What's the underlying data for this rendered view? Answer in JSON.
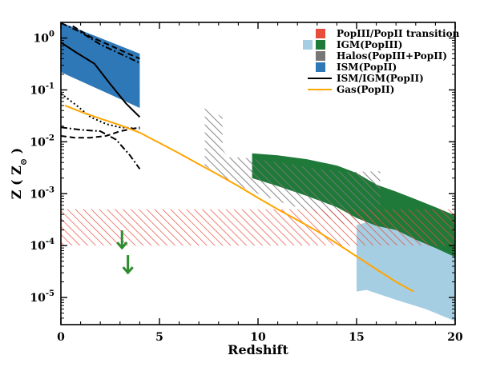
{
  "chart_data": {
    "type": "area",
    "title": "",
    "xlabel": "Redshift",
    "ylabel": "Z ( Z",
    "ylabel_sub": "⊙",
    "y_scale": "log",
    "xlim": [
      0,
      20
    ],
    "ylim": [
      3e-06,
      2.0
    ],
    "x_ticks": [
      0,
      5,
      10,
      15,
      20
    ],
    "x_tick_labels": [
      "0",
      "5",
      "10",
      "15",
      "20"
    ],
    "y_ticks": [
      1e-05,
      0.0001,
      0.001,
      0.01,
      0.1,
      1
    ],
    "y_tick_labels": [
      {
        "base": "10",
        "exp": "-5"
      },
      {
        "base": "10",
        "exp": "-4"
      },
      {
        "base": "10",
        "exp": "-3"
      },
      {
        "base": "10",
        "exp": "-2"
      },
      {
        "base": "10",
        "exp": "-1"
      },
      {
        "base": "10",
        "exp": "0"
      }
    ],
    "grid": false,
    "legend_position": "top-right",
    "legend": [
      {
        "label": "PopIII/PopII transition",
        "swatches": [
          "#e74c3c"
        ]
      },
      {
        "label": "IGM(PopIII)",
        "swatches": [
          "#a6cee3",
          "#1f7a3a"
        ]
      },
      {
        "label": "Halos(PopIII+PopII)",
        "swatches": [
          "#777777"
        ]
      },
      {
        "label": "ISM(PopII)",
        "swatches": [
          "#2f78b7"
        ]
      },
      {
        "label": "ISM/IGM(PopII)",
        "swatches": [
          "line:#000000"
        ]
      },
      {
        "label": "Gas(PopII)",
        "swatches": [
          "line:#ffa500"
        ]
      }
    ],
    "colors": {
      "ism_fill": "#2f78b7",
      "igm_light": "#a6cee3",
      "igm_dark": "#1f7a3a",
      "transition_hatch": "#e74c3c",
      "halos_hatch": "#777777",
      "gas_line": "#ffa500",
      "arrows": "#2e8b2e"
    },
    "series": [
      {
        "key": "popiii_popii_transition",
        "type": "hatched_band",
        "x": [
          0,
          20
        ],
        "y_low": [
          0.0001,
          0.0001
        ],
        "y_high": [
          0.0005,
          0.0005
        ]
      },
      {
        "key": "ism_popii",
        "type": "band",
        "x": [
          0,
          4
        ],
        "y_low": [
          0.22,
          0.045
        ],
        "y_high": [
          2.0,
          0.5
        ]
      },
      {
        "key": "igm_popiii_light",
        "type": "band",
        "x": [
          15,
          15.5,
          17,
          18.5,
          20
        ],
        "y_low": [
          1.3e-05,
          1.4e-05,
          9e-06,
          6e-06,
          3.5e-06
        ],
        "y_high": [
          0.00025,
          0.00028,
          0.00022,
          0.00018,
          0.00014
        ]
      },
      {
        "key": "igm_popiii_dark",
        "type": "band",
        "x": [
          9.7,
          11,
          12.5,
          14,
          15,
          16,
          17,
          18,
          19,
          20
        ],
        "y_low": [
          0.002,
          0.0014,
          0.0009,
          0.00055,
          0.00034,
          0.00024,
          0.0002,
          0.00013,
          9e-05,
          6e-05
        ],
        "y_high": [
          0.006,
          0.0055,
          0.0046,
          0.0035,
          0.0025,
          0.0015,
          0.0011,
          0.00078,
          0.00055,
          0.00038
        ]
      },
      {
        "key": "halos_popiii_popii",
        "type": "hatched_band",
        "x": [
          7.3,
          7.3,
          8.2,
          8.2,
          8.5,
          9.2,
          10,
          11.5,
          13,
          14.5,
          16,
          16.2
        ],
        "y_high": [
          0.045,
          0.045,
          0.03,
          0.007,
          0.005,
          0.005,
          0.0045,
          0.0038,
          0.003,
          0.0026,
          0.0027,
          0.0027
        ],
        "x_low": [
          7.3,
          8.5,
          10,
          11.5,
          13,
          14.5,
          16.2
        ],
        "y_low": [
          0.0035,
          0.0017,
          0.001,
          0.00062,
          0.00042,
          0.00025,
          0.0003
        ]
      },
      {
        "key": "gas_popii",
        "type": "line",
        "x": [
          0.2,
          1,
          2,
          3,
          4,
          5,
          6,
          7,
          8,
          9,
          10,
          11,
          12,
          13,
          14,
          15,
          16,
          17,
          17.9
        ],
        "y": [
          0.05,
          0.038,
          0.028,
          0.021,
          0.015,
          0.0095,
          0.006,
          0.0037,
          0.0023,
          0.0014,
          0.00083,
          0.0005,
          0.00031,
          0.00019,
          0.00011,
          6.2e-05,
          3.5e-05,
          2e-05,
          1.3e-05
        ]
      },
      {
        "key": "ism_igm_popii_solid",
        "type": "line",
        "style": "solid",
        "x": [
          0,
          0.8,
          1.7,
          2.5,
          3.3,
          4.0
        ],
        "y": [
          0.82,
          0.52,
          0.32,
          0.13,
          0.055,
          0.03
        ]
      },
      {
        "key": "ism_igm_popii_dashdot_top",
        "type": "line",
        "style": "dashdot",
        "x": [
          0,
          1,
          2,
          3,
          4
        ],
        "y": [
          1.95,
          1.3,
          0.75,
          0.5,
          0.33
        ]
      },
      {
        "key": "ism_igm_popii_dashed_top",
        "type": "line",
        "style": "dashed",
        "x": [
          0.6,
          1.5,
          2.5,
          3.3,
          4.0
        ],
        "y": [
          1.7,
          1.05,
          0.72,
          0.52,
          0.4
        ]
      },
      {
        "key": "ism_igm_popii_dotted",
        "type": "line",
        "style": "dotted",
        "x": [
          0,
          0.8,
          1.5,
          2.3,
          3.0,
          4.0
        ],
        "y": [
          0.085,
          0.05,
          0.03,
          0.022,
          0.019,
          0.018
        ]
      },
      {
        "key": "ism_igm_popii_dashdot_low",
        "type": "line",
        "style": "dashdot",
        "x": [
          0,
          1,
          2,
          2.8,
          3.5,
          4.0
        ],
        "y": [
          0.019,
          0.017,
          0.016,
          0.011,
          0.0055,
          0.003
        ]
      },
      {
        "key": "ism_igm_popii_dashed_low",
        "type": "line",
        "style": "dashed",
        "x": [
          0,
          0.7,
          1.5,
          2.3,
          3.0,
          4.0
        ],
        "y": [
          0.013,
          0.012,
          0.012,
          0.013,
          0.016,
          0.019
        ]
      },
      {
        "key": "upper_limits",
        "type": "arrows",
        "points": [
          {
            "x": 3.1,
            "y": 9e-05
          },
          {
            "x": 3.4,
            "y": 3e-05
          }
        ]
      }
    ]
  }
}
